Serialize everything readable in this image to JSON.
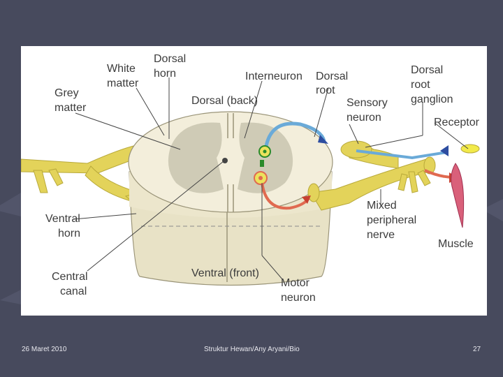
{
  "figure": {
    "labels": {
      "grey_matter_1": "Grey",
      "grey_matter_2": "matter",
      "white_matter_1": "White",
      "white_matter_2": "matter",
      "dorsal_horn_1": "Dorsal",
      "dorsal_horn_2": "horn",
      "interneuron": "Interneuron",
      "dorsal_root_1": "Dorsal",
      "dorsal_root_2": "root",
      "dorsal_root_ganglion_1": "Dorsal",
      "dorsal_root_ganglion_2": "root",
      "dorsal_root_ganglion_3": "ganglion",
      "dorsal_back": "Dorsal (back)",
      "sensory_neuron_1": "Sensory",
      "sensory_neuron_2": "neuron",
      "receptor": "Receptor",
      "ventral_horn_1": "Ventral",
      "ventral_horn_2": "horn",
      "mixed_nerve_1": "Mixed",
      "mixed_nerve_2": "peripheral",
      "mixed_nerve_3": "nerve",
      "muscle": "Muscle",
      "central_canal_1": "Central",
      "central_canal_2": "canal",
      "ventral_front": "Ventral (front)",
      "motor_neuron_1": "Motor",
      "motor_neuron_2": "neuron"
    }
  },
  "footer": {
    "date": "26 Maret 2010",
    "title": "Struktur Hewan/Any Aryani/Bio",
    "page": "27"
  },
  "colors": {
    "background": "#474a5d",
    "nerve": "#e3d35a",
    "cord_fill": "#f3eedb",
    "grey_matter": "#cfcbb6",
    "sensory_path": "#6aaad8",
    "motor_path": "#e06a50",
    "muscle": "#d9607a",
    "label_text": "#3c3c3c"
  }
}
